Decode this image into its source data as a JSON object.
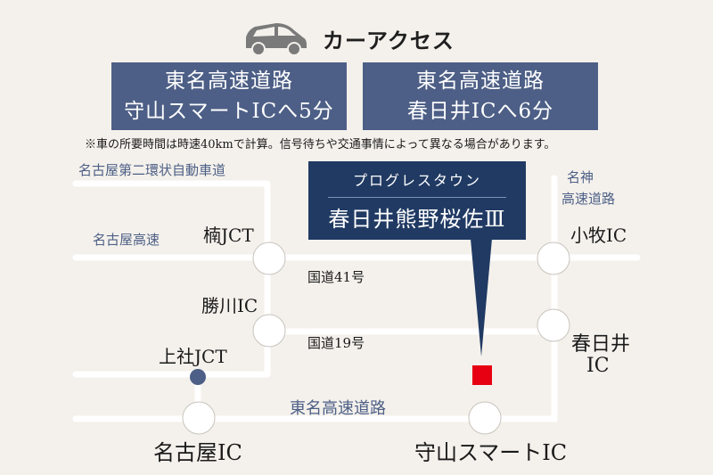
{
  "header": {
    "title": "カーアクセス",
    "icon": "car-icon"
  },
  "access_boxes": [
    {
      "line1": "東名高速道路",
      "line2": "守山スマートICへ5分"
    },
    {
      "line1": "東名高速道路",
      "line2": "春日井ICへ6分"
    }
  ],
  "note": "※車の所要時間は時速40kmで計算。信号待ちや交通事情によって異なる場合があります。",
  "property": {
    "subtitle": "プログレスタウン",
    "name": "春日井熊野桜佐Ⅲ"
  },
  "roads": {
    "ring_road": "名古屋第二環状自動車道",
    "nagoya_expressway": "名古屋高速",
    "meishin_line1": "名神",
    "meishin_line2": "高速道路",
    "route41": "国道41号",
    "route19": "国道19号",
    "tomei": "東名高速道路"
  },
  "interchanges": {
    "kusunoki_jct": "楠JCT",
    "katsukawa_ic": "勝川IC",
    "kamiyashiro_jct": "上社JCT",
    "nagoya_ic": "名古屋IC",
    "moriyama_smart_ic": "守山スマートIC",
    "komaki_ic": "小牧IC",
    "kasugai_ic_line1": "春日井",
    "kasugai_ic_line2": "IC"
  },
  "colors": {
    "road": "#ffffff",
    "box": "#4d5f86",
    "property_box": "#203a63",
    "property_marker": "#e60012",
    "jct_dot": "#4d5f86",
    "background": "#f4f1ec"
  }
}
